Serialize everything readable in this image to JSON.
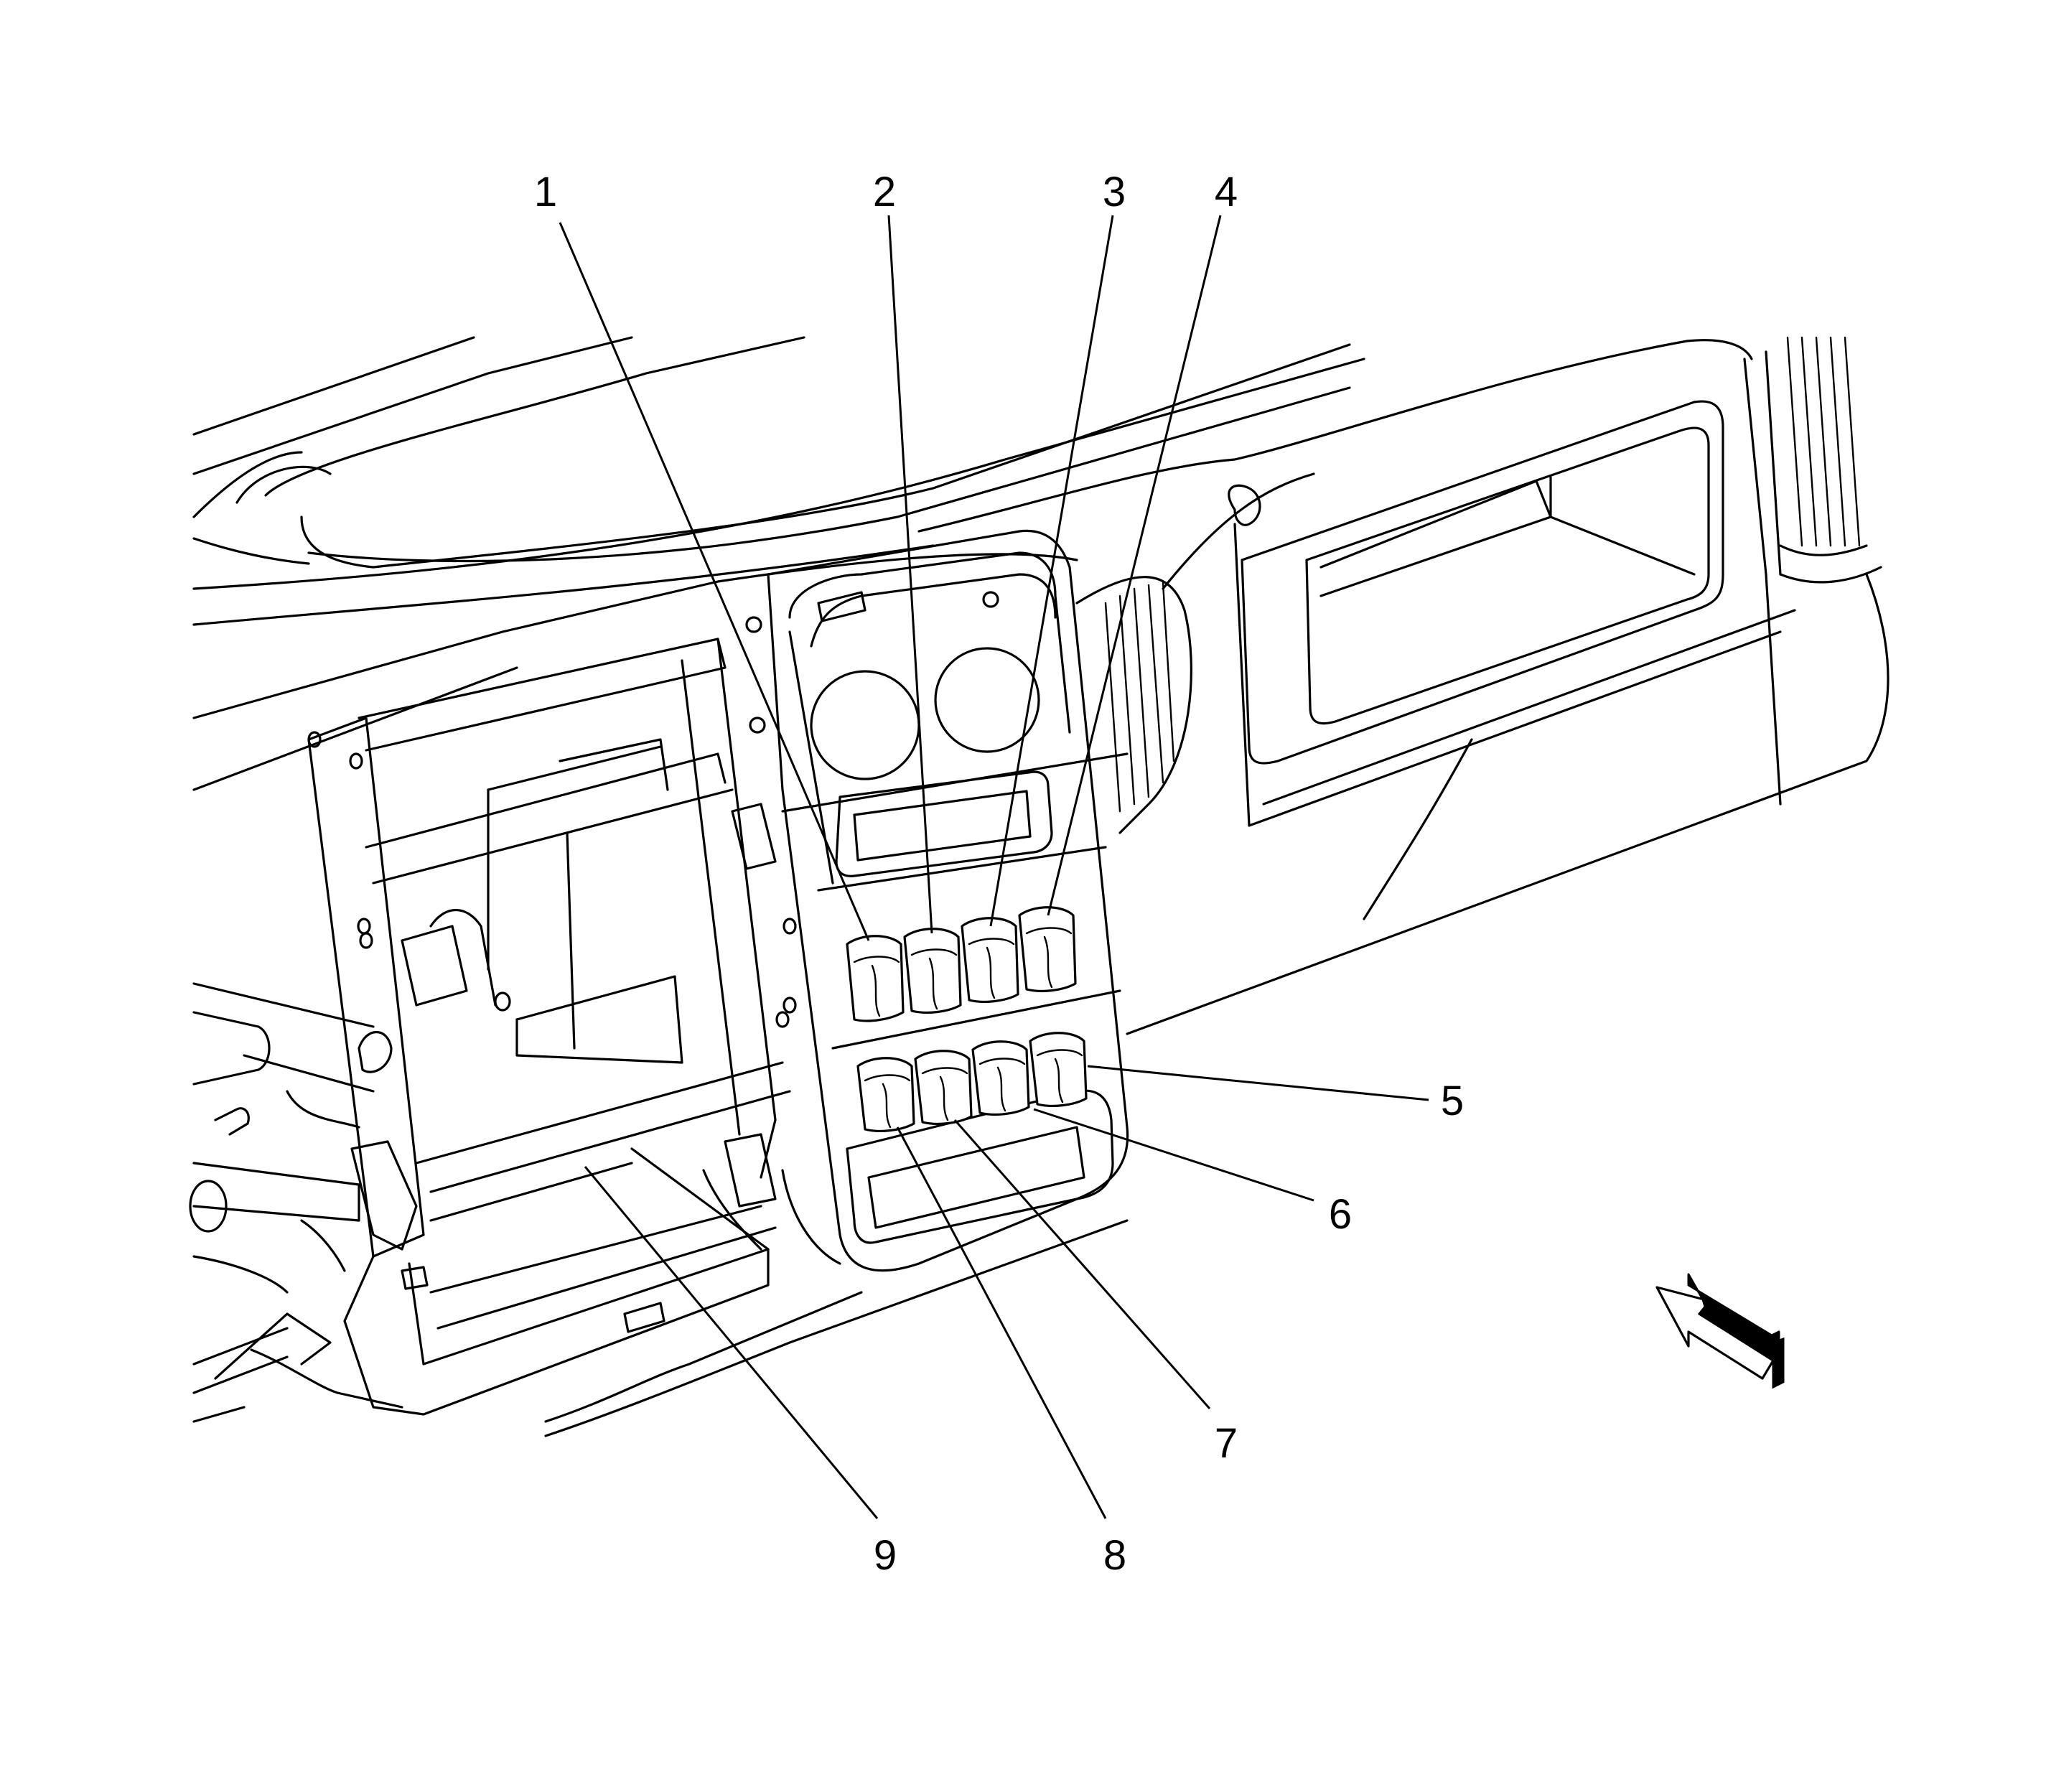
{
  "callouts": [
    {
      "id": "1",
      "text": "1"
    },
    {
      "id": "2",
      "text": "2"
    },
    {
      "id": "3",
      "text": "3"
    },
    {
      "id": "4",
      "text": "4"
    },
    {
      "id": "5",
      "text": "5"
    },
    {
      "id": "6",
      "text": "6"
    },
    {
      "id": "7",
      "text": "7"
    },
    {
      "id": "8",
      "text": "8"
    },
    {
      "id": "9",
      "text": "9"
    }
  ],
  "view_arrow": "view-direction-arrow-icon",
  "colors": {
    "line": "#000000",
    "background": "#ffffff"
  }
}
